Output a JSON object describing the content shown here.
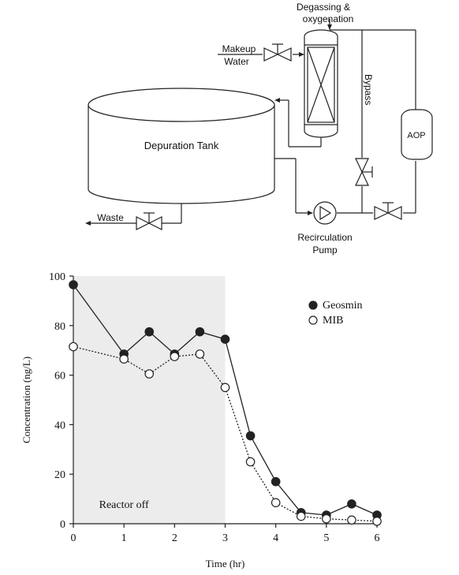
{
  "diagram": {
    "labels": {
      "degassing": [
        "Degassing &",
        "oxygenation"
      ],
      "makeup": [
        "Makeup",
        "Water"
      ],
      "bypass": "Bypass",
      "aop": "AOP",
      "tank": "Depuration Tank",
      "waste": "Waste",
      "pump": [
        "Recirculation",
        "Pump"
      ]
    }
  },
  "chart_data": {
    "type": "line",
    "xlabel": "Time (hr)",
    "ylabel": "Concentration (ng/L)",
    "xlim": [
      0,
      6
    ],
    "ylim": [
      0,
      100
    ],
    "xticks": [
      0,
      1,
      2,
      3,
      4,
      5,
      6
    ],
    "yticks": [
      0,
      20,
      40,
      60,
      80,
      100
    ],
    "shaded_region": {
      "x_start": 0,
      "x_end": 3,
      "label": "Reactor off"
    },
    "legend_position": "top-right",
    "grid": false,
    "series": [
      {
        "name": "Geosmin",
        "marker": "filled-circle",
        "line": "solid",
        "x": [
          0,
          1,
          1.5,
          2,
          2.5,
          3,
          3.5,
          4,
          4.5,
          5,
          5.5,
          6
        ],
        "y": [
          96.5,
          68.5,
          77.5,
          68.5,
          77.5,
          74.5,
          35.5,
          17,
          4.5,
          3.5,
          8,
          3.5
        ]
      },
      {
        "name": "MIB",
        "marker": "open-circle",
        "line": "dotted",
        "x": [
          0,
          1,
          1.5,
          2,
          2.5,
          3,
          3.5,
          4,
          4.5,
          5,
          5.5,
          6
        ],
        "y": [
          71.5,
          66.5,
          60.5,
          67.5,
          68.5,
          55,
          25,
          8.5,
          3,
          2,
          1.5,
          1
        ]
      }
    ]
  },
  "colors": {
    "line": "#222222",
    "shade": "#ececec",
    "marker_fill_open": "#ffffff"
  }
}
